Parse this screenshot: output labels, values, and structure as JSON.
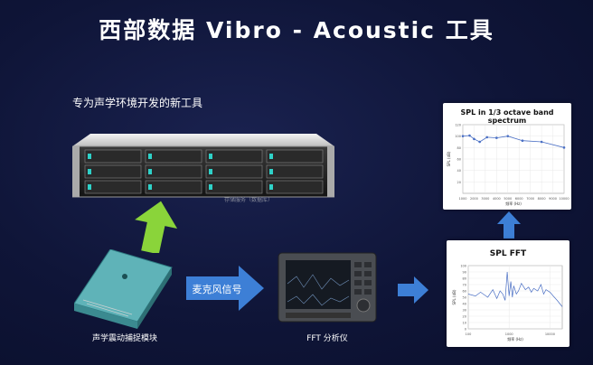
{
  "title": "西部数据 Vibro - Acoustic 工具",
  "subtitle": "专为声学环境开发的新工具",
  "server": {
    "label": "存储服务（数据库）"
  },
  "module": {
    "caption": "声学震动捕捉模块"
  },
  "mic_arrow": {
    "label": "麦克风信号"
  },
  "analyzer": {
    "caption": "FFT 分析仪"
  },
  "colors": {
    "accent_green": "#8ad43a",
    "accent_blue": "#3d7fd6",
    "line_blue": "#4a6fc4"
  },
  "chart_data": [
    {
      "type": "line",
      "title": "SPL in 1/3 octave band spectrum",
      "xlabel": "频率 (Hz)",
      "ylabel": "SPL (dB)",
      "x_ticks": [
        "1000",
        "2000",
        "3000",
        "4000",
        "5000",
        "6000",
        "7000",
        "8000",
        "9000",
        "10000"
      ],
      "y_ticks": [
        "20",
        "40",
        "60",
        "80",
        "100",
        "120"
      ],
      "ylim": [
        0,
        120
      ],
      "xlim": [
        1000,
        10000
      ],
      "x": [
        1000,
        1600,
        2000,
        2500,
        3150,
        4000,
        5000,
        6300,
        8000,
        10000
      ],
      "values": [
        100,
        101,
        95,
        90,
        98,
        97,
        100,
        92,
        90,
        80
      ]
    },
    {
      "type": "line",
      "title": "SPL FFT",
      "xlabel": "频率 (Hz)",
      "ylabel": "SPL (dB)",
      "x_ticks": [
        "100",
        "1000",
        "10000"
      ],
      "y_ticks": [
        "0",
        "10",
        "20",
        "30",
        "40",
        "50",
        "60",
        "70",
        "80",
        "90",
        "100"
      ],
      "ylim": [
        0,
        100
      ],
      "xlim": [
        100,
        20000
      ],
      "x": [
        100,
        150,
        200,
        300,
        400,
        500,
        600,
        700,
        800,
        900,
        1000,
        1100,
        1200,
        1300,
        1500,
        1700,
        2000,
        2500,
        3000,
        3500,
        4000,
        5000,
        6000,
        7000,
        8000,
        10000,
        12000,
        15000,
        20000
      ],
      "values": [
        55,
        52,
        58,
        50,
        62,
        48,
        60,
        55,
        45,
        90,
        52,
        75,
        50,
        68,
        55,
        60,
        72,
        62,
        66,
        58,
        64,
        60,
        70,
        55,
        62,
        58,
        52,
        45,
        35
      ]
    }
  ]
}
